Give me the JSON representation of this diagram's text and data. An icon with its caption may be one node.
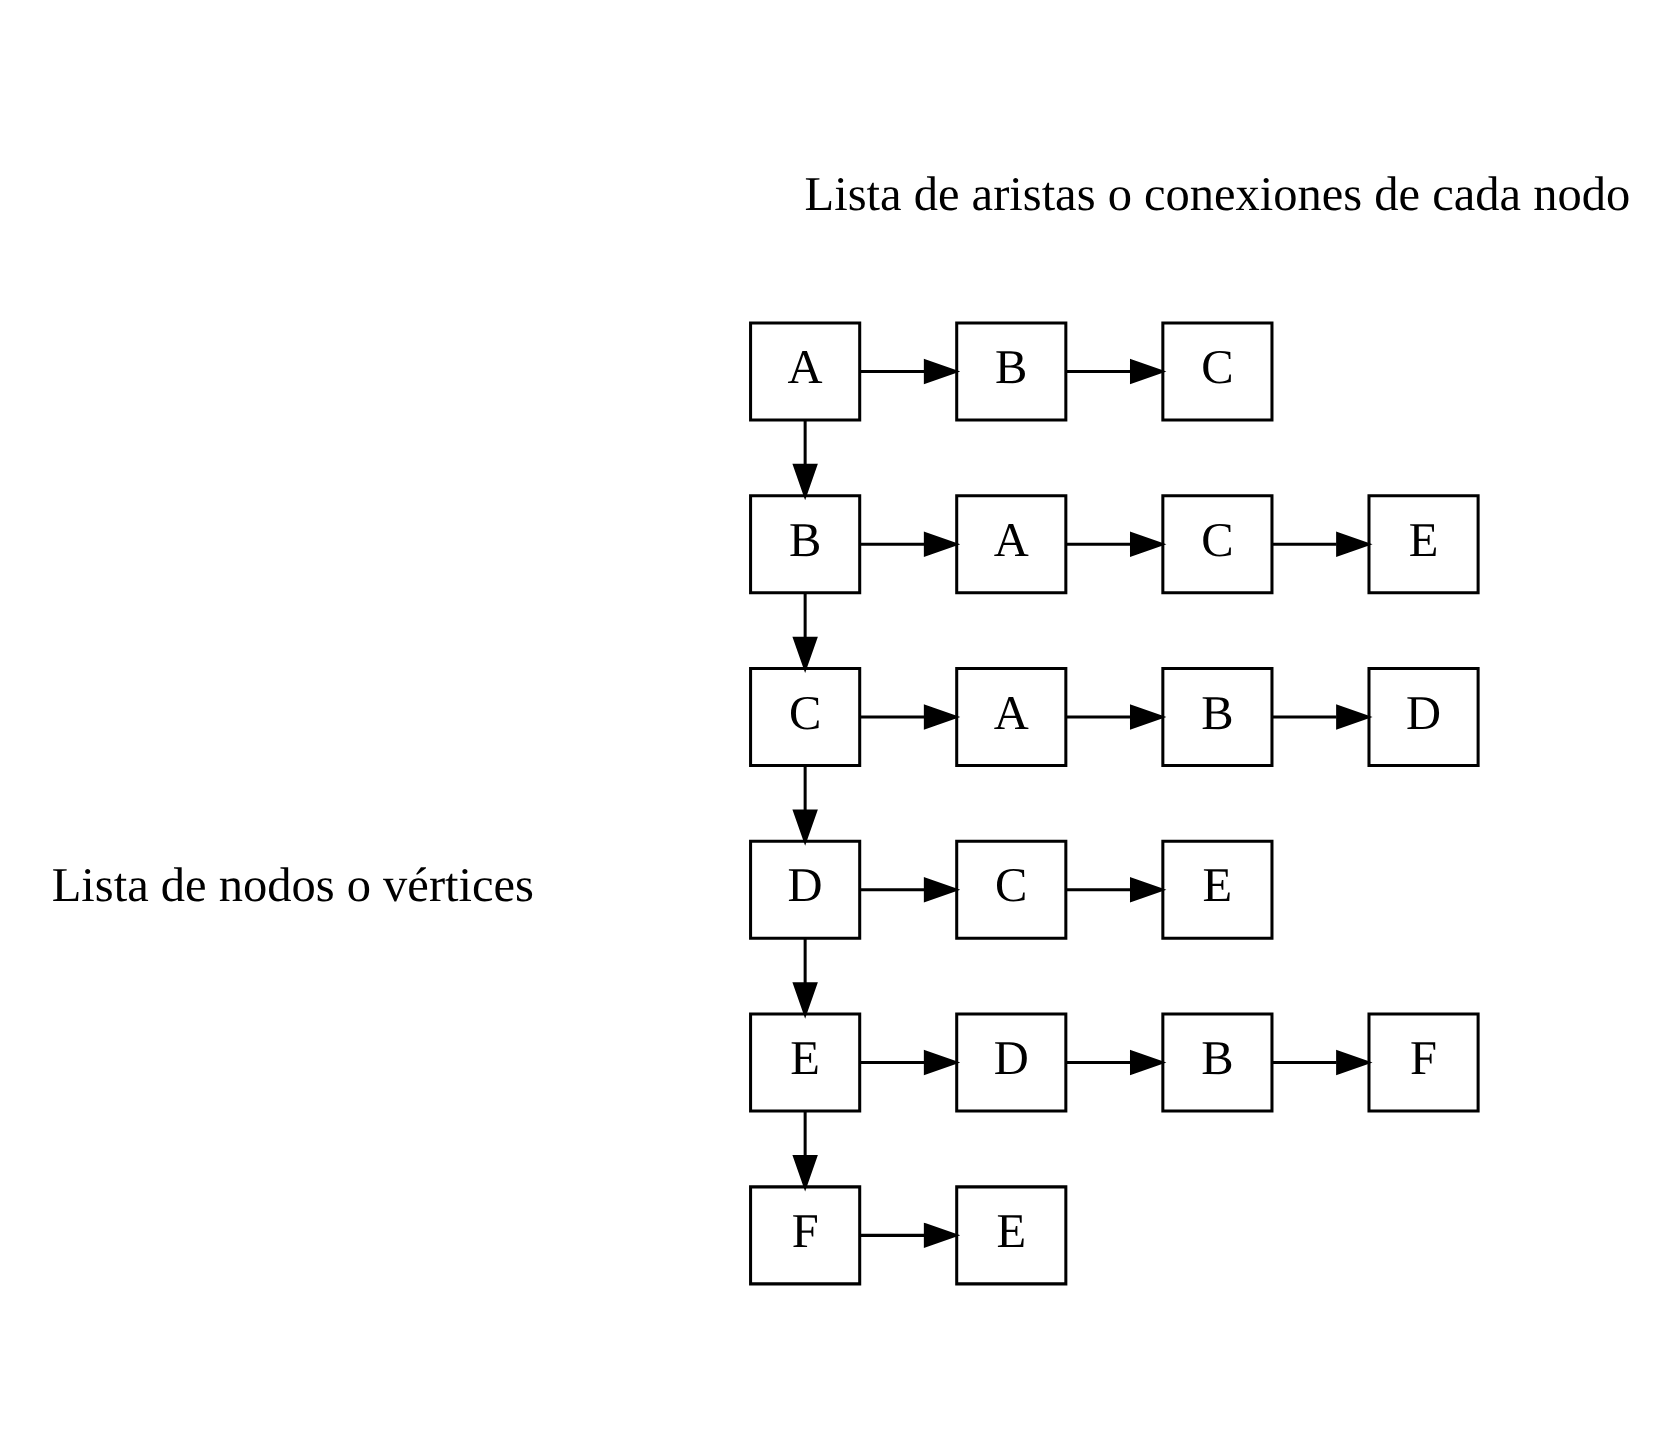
{
  "diagram": {
    "nodes": [
      {
        "text": [
          "A"
        ]
      },
      {
        "text": [
          "B"
        ]
      },
      {
        "text": [
          "C"
        ]
      },
      {
        "text": [
          "B"
        ]
      },
      {
        "text": [
          "A"
        ]
      },
      {
        "text": [
          "C"
        ]
      },
      {
        "text": [
          "E"
        ]
      },
      {
        "text": [
          "C"
        ]
      },
      {
        "text": [
          "A"
        ]
      },
      {
        "text": [
          "B"
        ]
      },
      {
        "text": [
          "D"
        ]
      },
      {
        "text": [
          "D"
        ]
      },
      {
        "text": [
          "C"
        ]
      },
      {
        "text": [
          "E"
        ]
      },
      {
        "text": [
          "E"
        ]
      },
      {
        "text": [
          "D"
        ]
      },
      {
        "text": [
          "B"
        ]
      },
      {
        "text": [
          "F"
        ]
      },
      {
        "text": [
          "F"
        ]
      },
      {
        "text": [
          "E"
        ]
      }
    ],
    "edges": [
      {
        "from": 0,
        "to": 1,
        "arrow": "to"
      },
      {
        "from": 1,
        "to": 2,
        "arrow": "to"
      },
      {
        "from": 0,
        "to": 3,
        "arrow": "to"
      },
      {
        "from": 3,
        "to": 4,
        "arrow": "to"
      },
      {
        "from": 4,
        "to": 5,
        "arrow": "to"
      },
      {
        "from": 5,
        "to": 6,
        "arrow": "to"
      },
      {
        "from": 3,
        "to": 7,
        "arrow": "to"
      },
      {
        "from": 7,
        "to": 8,
        "arrow": "to"
      },
      {
        "from": 8,
        "to": 9,
        "arrow": "to"
      },
      {
        "from": 9,
        "to": 10,
        "arrow": "to"
      },
      {
        "from": 7,
        "to": 11,
        "arrow": "to"
      },
      {
        "from": 11,
        "to": 12,
        "arrow": "to"
      },
      {
        "from": 12,
        "to": 13,
        "arrow": "to"
      },
      {
        "from": 11,
        "to": 14,
        "arrow": "to"
      },
      {
        "from": 14,
        "to": 15,
        "arrow": "to"
      },
      {
        "from": 15,
        "to": 16,
        "arrow": "to"
      },
      {
        "from": 16,
        "to": 17,
        "arrow": "to"
      },
      {
        "from": 14,
        "to": 18,
        "arrow": "to"
      },
      {
        "from": 18,
        "to": 19,
        "arrow": "to"
      }
    ],
    "labels": [
      "Lista de aristas o conexiones de cada nodo",
      "Lista de nodos o vértices"
    ]
  }
}
